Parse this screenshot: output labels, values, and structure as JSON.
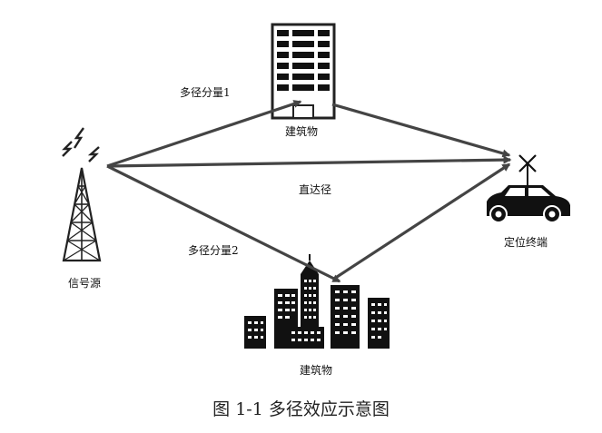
{
  "labels": {
    "path1": "多径分量1",
    "path2": "多径分量2",
    "direct": "直达径",
    "building_top": "建筑物",
    "building_bottom": "建筑物",
    "source": "信号源",
    "terminal": "定位终端"
  },
  "caption": "图 1-1 多径效应示意图",
  "colors": {
    "arrow": "#444444",
    "building_fill": "#111111",
    "outline": "#222222",
    "background": "#ffffff"
  },
  "icons": {
    "source": "signal-tower-icon",
    "terminal": "car-with-antenna-icon",
    "building_top": "office-building-icon",
    "building_bottom": "city-skyline-icon"
  }
}
